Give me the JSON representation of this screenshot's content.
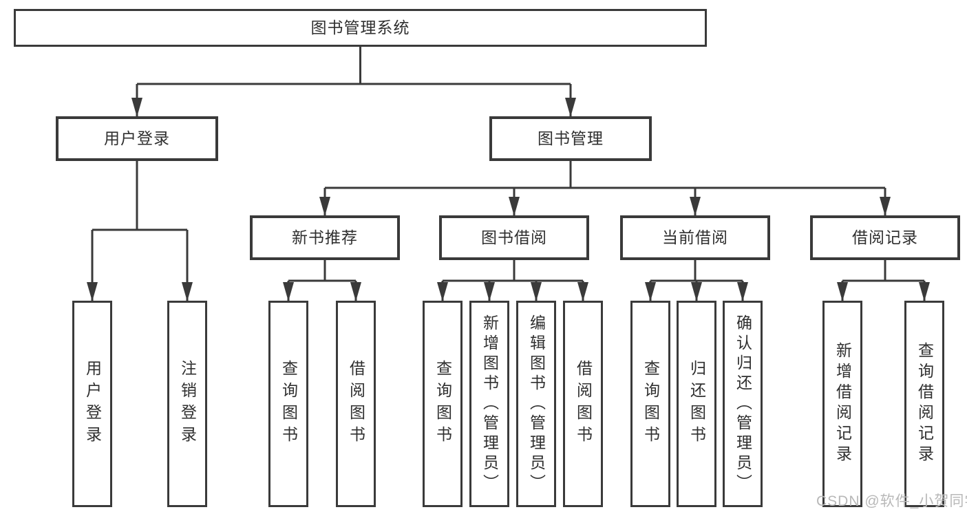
{
  "diagram": {
    "root": {
      "label": "图书管理系统"
    },
    "branches": [
      {
        "label": "用户登录",
        "children": [
          {
            "label": "用户登录"
          },
          {
            "label": "注销登录"
          }
        ]
      },
      {
        "label": "图书管理",
        "children": [
          {
            "label": "新书推荐",
            "children": [
              {
                "label": "查询图书"
              },
              {
                "label": "借阅图书"
              }
            ]
          },
          {
            "label": "图书借阅",
            "children": [
              {
                "label": "查询图书"
              },
              {
                "label": "新增图书（管理员）"
              },
              {
                "label": "编辑图书（管理员）"
              },
              {
                "label": "借阅图书"
              }
            ]
          },
          {
            "label": "当前借阅",
            "children": [
              {
                "label": "查询图书"
              },
              {
                "label": "归还图书"
              },
              {
                "label": "确认归还（管理员）"
              }
            ]
          },
          {
            "label": "借阅记录",
            "children": [
              {
                "label": "新增借阅记录"
              },
              {
                "label": "查询借阅记录"
              }
            ]
          }
        ]
      }
    ]
  },
  "watermark": {
    "text": "CSDN @软件_小贺同学"
  },
  "colors": {
    "line": "#3a3a3a",
    "text": "#2f2f2f",
    "watermark": "#b8b8b8",
    "background": "#ffffff"
  }
}
